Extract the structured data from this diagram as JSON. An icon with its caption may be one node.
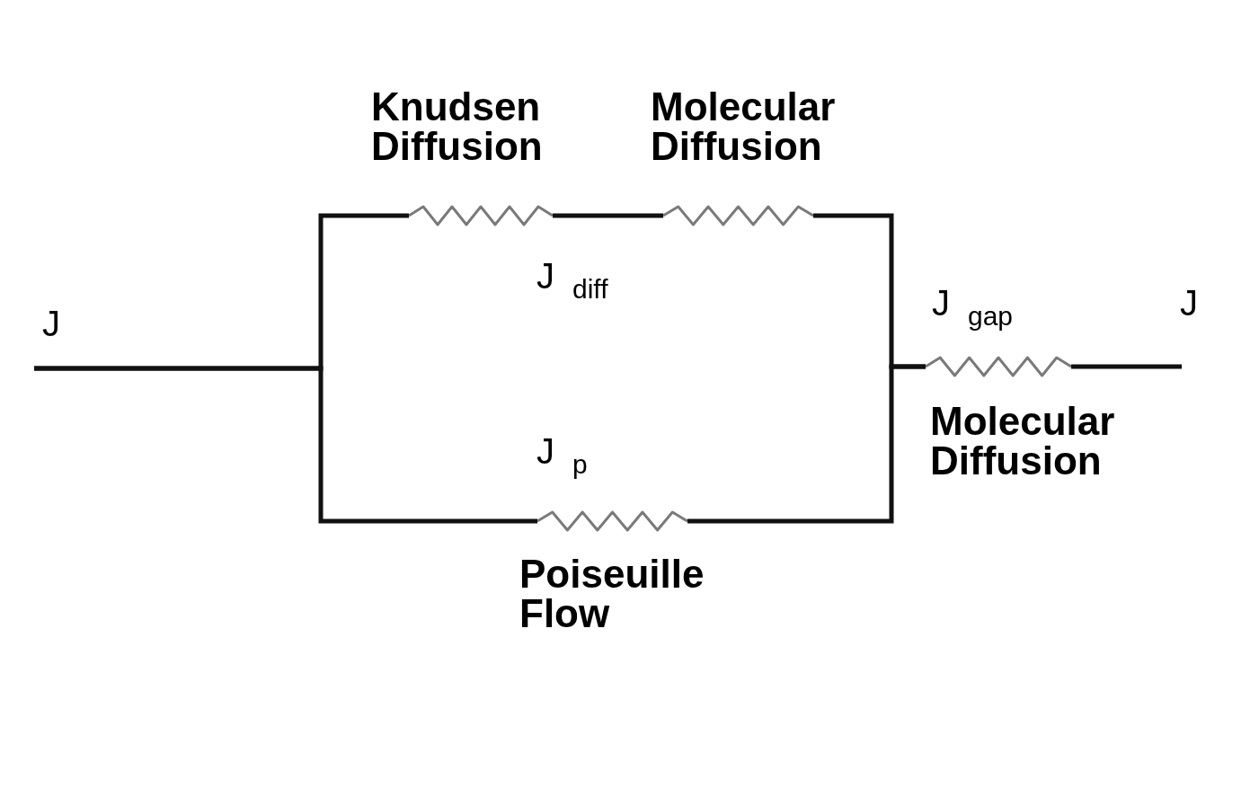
{
  "diagram": {
    "nodes": [
      {
        "text": [],
        "shape": "resistor",
        "beside": [
          "Knudsen Diffusion"
        ]
      },
      {
        "text": [],
        "shape": "resistor",
        "beside": [
          "Molecular Diffusion"
        ]
      },
      {
        "text": [],
        "shape": "resistor",
        "beside": [
          "Molecular Diffusion"
        ]
      },
      {
        "text": [],
        "shape": "resistor",
        "beside": [
          "Poiseuille Flow"
        ]
      }
    ],
    "edges": [
      {
        "from": null,
        "to": 0,
        "arrow": "none"
      },
      {
        "from": null,
        "to": 3,
        "arrow": "none"
      },
      {
        "from": 0,
        "to": 1,
        "arrow": "none"
      },
      {
        "from": 1,
        "to": 2,
        "arrow": "none"
      },
      {
        "from": 3,
        "to": 2,
        "arrow": "none"
      },
      {
        "from": 2,
        "to": null,
        "arrow": "none"
      }
    ],
    "labels": [
      "J$_{diff}$",
      "J",
      "J$_{gap}$",
      "J",
      "J$_{p}$"
    ]
  }
}
